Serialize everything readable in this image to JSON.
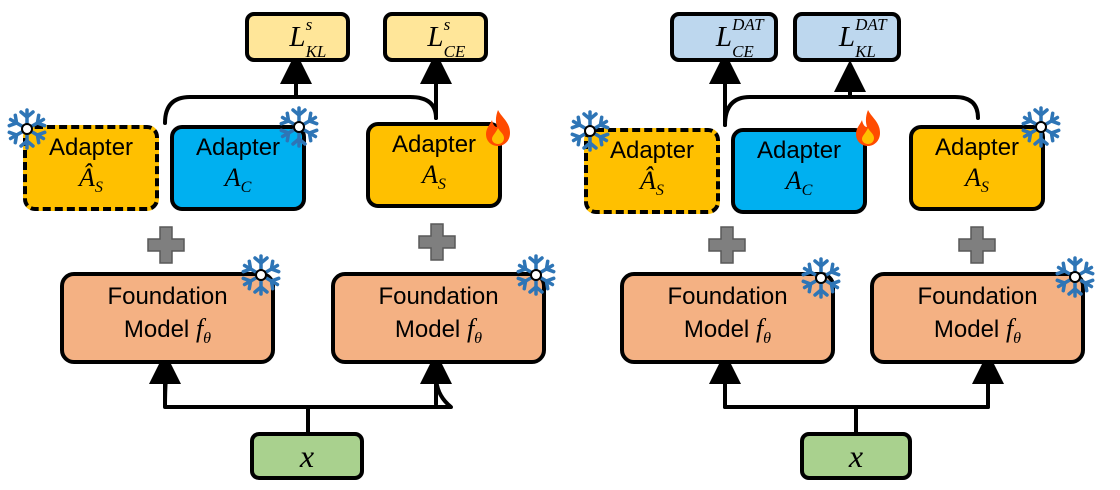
{
  "panels": {
    "left": {
      "losses": [
        {
          "base": "L",
          "sup": "s",
          "sub": "KL"
        },
        {
          "base": "L",
          "sup": "s",
          "sub": "CE"
        }
      ],
      "adapters": [
        {
          "title": "Adapter",
          "symbol": "Â",
          "sub": "S"
        },
        {
          "title": "Adapter",
          "symbol": "A",
          "sub": "C"
        },
        {
          "title": "Adapter",
          "symbol": "A",
          "sub": "S"
        }
      ],
      "foundation_models": [
        {
          "line1": "Foundation",
          "line2": "Model",
          "symbol": "f",
          "sub": "θ"
        },
        {
          "line1": "Foundation",
          "line2": "Model",
          "symbol": "f",
          "sub": "θ"
        }
      ],
      "input": "x"
    },
    "right": {
      "losses": [
        {
          "base": "L",
          "sup": "DAT",
          "sub": "CE"
        },
        {
          "base": "L",
          "sup": "DAT",
          "sub": "KL"
        }
      ],
      "adapters": [
        {
          "title": "Adapter",
          "symbol": "Â",
          "sub": "S"
        },
        {
          "title": "Adapter",
          "symbol": "A",
          "sub": "C"
        },
        {
          "title": "Adapter",
          "symbol": "A",
          "sub": "S"
        }
      ],
      "foundation_models": [
        {
          "line1": "Foundation",
          "line2": "Model",
          "symbol": "f",
          "sub": "θ"
        },
        {
          "line1": "Foundation",
          "line2": "Model",
          "symbol": "f",
          "sub": "θ"
        }
      ],
      "input": "x"
    }
  },
  "icons": {
    "frozen": "snowflake-icon",
    "trainable": "flame-icon",
    "combine": "plus-icon"
  },
  "colors": {
    "loss_left": "#ffe699",
    "loss_right": "#bdd7ee",
    "adapter_orange": "#ffc000",
    "adapter_blue": "#00b0f0",
    "foundation": "#f4b183",
    "input": "#a9d18e",
    "snowflake": "#2e75b6",
    "flame": "#ff4b00",
    "plus": "#7f7f7f"
  }
}
